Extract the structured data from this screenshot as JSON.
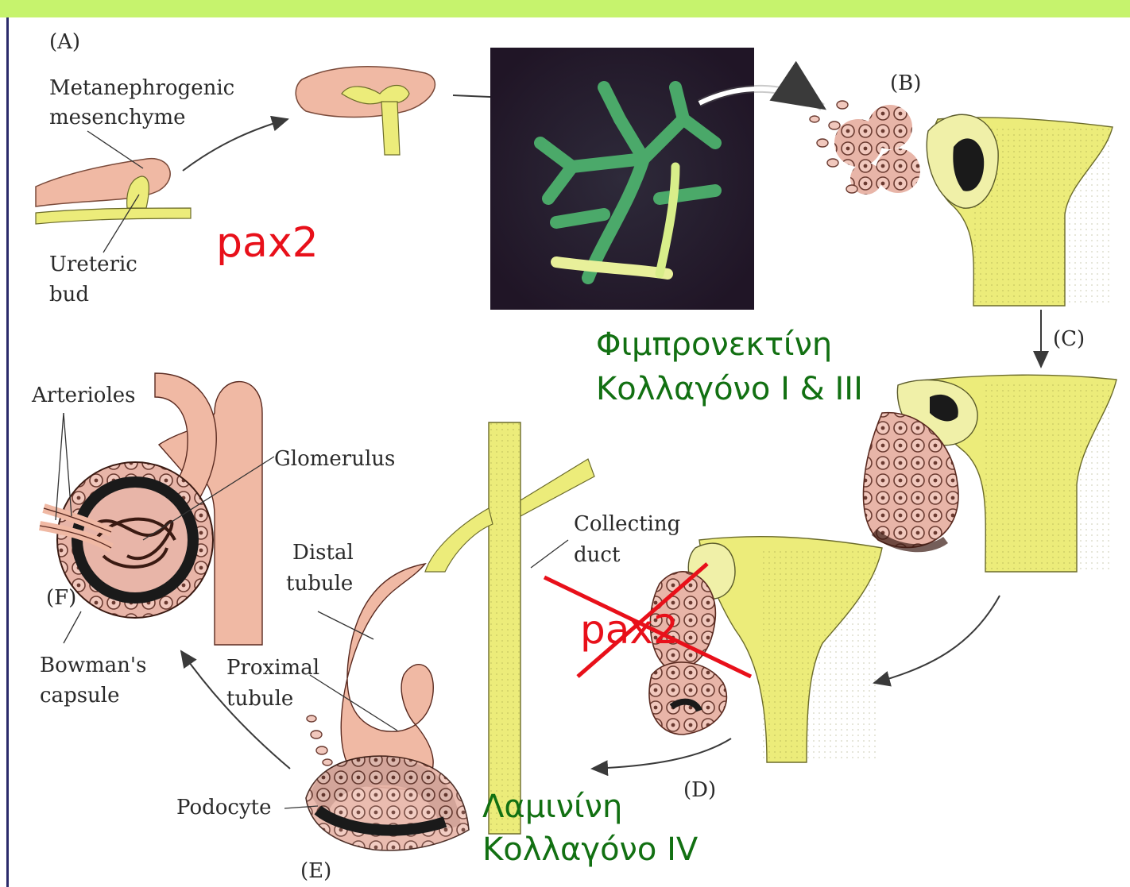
{
  "colors": {
    "top_bar": "#c6f36d",
    "left_rule": "#2b2b6b",
    "mesenchyme": "#f0b9a4",
    "ureteric_bud": "#ecec7a",
    "annotation_red": "#e8101a",
    "annotation_green": "#127012"
  },
  "panels": {
    "a": "(A)",
    "b": "(B)",
    "c": "(C)",
    "d": "(D)",
    "e": "(E)",
    "f": "(F)"
  },
  "labels": {
    "metanephrogenic_1": "Metanephrogenic",
    "metanephrogenic_2": "mesenchyme",
    "ureteric_1": "Ureteric",
    "ureteric_2": "bud",
    "arterioles": "Arterioles",
    "glomerulus": "Glomerulus",
    "distal_1": "Distal",
    "distal_2": "tubule",
    "proximal_1": "Proximal",
    "proximal_2": "tubule",
    "collecting_1": "Collecting",
    "collecting_2": "duct",
    "bowman_1": "Bowman's",
    "bowman_2": "capsule",
    "podocyte": "Podocyte"
  },
  "annotations": {
    "pax2_top": "pax2",
    "pax2_crossed": "pax2",
    "fibronectin": "Φιμπρονεκτίνη",
    "collagen_1_3": "Κολλαγόνο I & III",
    "laminin": "Λαμινίνη",
    "collagen_4": "Κολλαγόνο IV"
  }
}
